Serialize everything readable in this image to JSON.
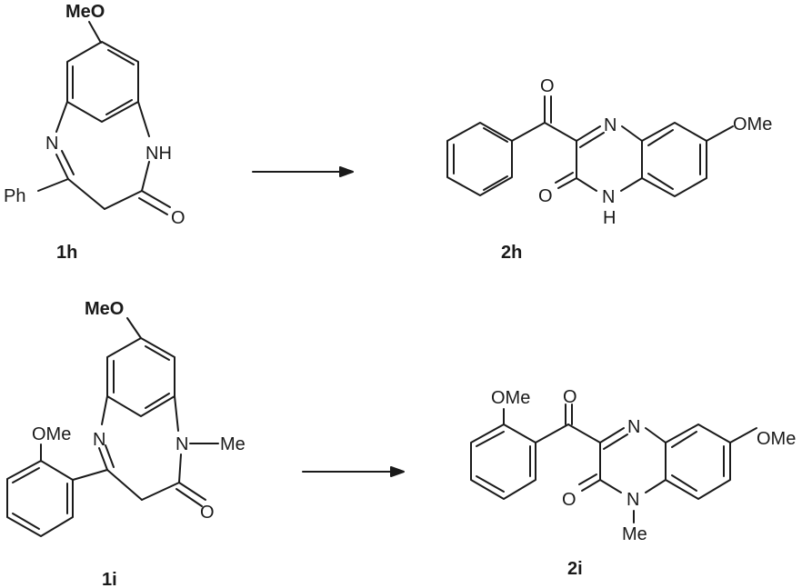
{
  "reactions": [
    {
      "reactant": {
        "label": "1h",
        "atoms": {
          "substituent": "MeO",
          "imine_n": "N",
          "amide_nh": "NH",
          "aryl": "Ph",
          "carbonyl_o": "O"
        }
      },
      "product": {
        "label": "2h",
        "atoms": {
          "ketone_o": "O",
          "ring_n": "N",
          "substituent": "OMe",
          "carbonyl_o": "O",
          "n": "N",
          "h": "H"
        }
      }
    },
    {
      "reactant": {
        "label": "1i",
        "atoms": {
          "substituent": "MeO",
          "aryl_substituent": "OMe",
          "imine_n": "N",
          "amide_n": "N",
          "n_substituent": "Me",
          "carbonyl_o": "O"
        }
      },
      "product": {
        "label": "2i",
        "atoms": {
          "aryl_substituent": "OMe",
          "ketone_o": "O",
          "ring_n": "N",
          "substituent": "OMe",
          "carbonyl_o": "O",
          "n": "N",
          "n_substituent": "Me"
        }
      }
    }
  ]
}
